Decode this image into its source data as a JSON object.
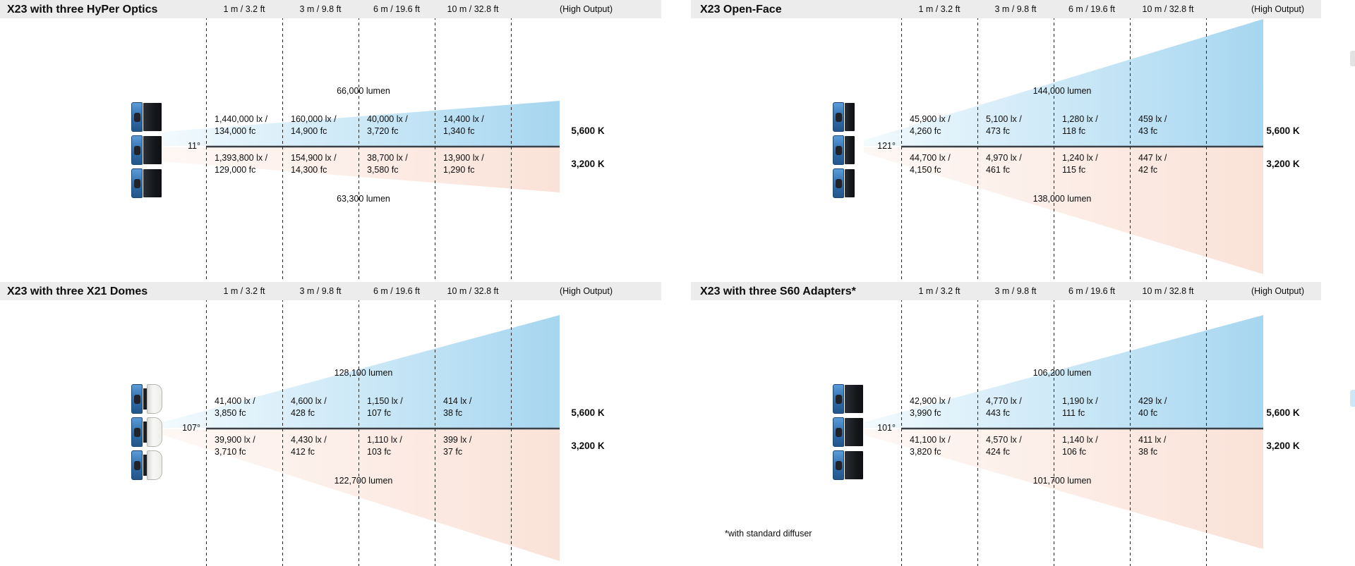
{
  "shared": {
    "columns": [
      "1 m / 3.2 ft",
      "3 m / 9.8 ft",
      "6 m / 19.6 ft",
      "10 m / 32.8 ft",
      "(High Output)"
    ],
    "cct_top_label": "5,600 K",
    "cct_bottom_label": "3,200 K",
    "colors": {
      "header_band": "#ececec",
      "beam_blue_end": "#a6d6f0",
      "beam_pink_end": "#fae2d8",
      "beam_center_line": "#3a4046",
      "fixture_blue": "#2f6cab"
    }
  },
  "quadrants": [
    {
      "title": "X23 with three HyPer Optics",
      "beam_angle": "11°",
      "lumen_high": "66,000 lumen",
      "lumen_low": "63,300 lumen",
      "cells_5600k": [
        {
          "lx": "1,440,000 lx /",
          "fc": "134,000 fc"
        },
        {
          "lx": "160,000 lx /",
          "fc": "14,900 fc"
        },
        {
          "lx": "40,000 lx /",
          "fc": "3,720 fc"
        },
        {
          "lx": "14,400 lx /",
          "fc": "1,340 fc"
        }
      ],
      "cells_3200k": [
        {
          "lx": "1,393,800 lx /",
          "fc": "129,000 fc"
        },
        {
          "lx": "154,900 lx /",
          "fc": "14,300 fc"
        },
        {
          "lx": "38,700 lx /",
          "fc": "3,580 fc"
        },
        {
          "lx": "13,900 lx /",
          "fc": "1,290 fc"
        }
      ]
    },
    {
      "title": "X23 Open-Face",
      "beam_angle": "121°",
      "lumen_high": "144,000 lumen",
      "lumen_low": "138,000 lumen",
      "cells_5600k": [
        {
          "lx": "45,900 lx /",
          "fc": "4,260 fc"
        },
        {
          "lx": "5,100 lx /",
          "fc": "473 fc"
        },
        {
          "lx": "1,280 lx /",
          "fc": "118 fc"
        },
        {
          "lx": "459 lx /",
          "fc": "43 fc"
        }
      ],
      "cells_3200k": [
        {
          "lx": "44,700 lx /",
          "fc": "4,150 fc"
        },
        {
          "lx": "4,970 lx /",
          "fc": "461 fc"
        },
        {
          "lx": "1,240 lx /",
          "fc": "115 fc"
        },
        {
          "lx": "447 lx /",
          "fc": "42 fc"
        }
      ]
    },
    {
      "title": "X23 with three X21 Domes",
      "beam_angle": "107°",
      "lumen_high": "128,100 lumen",
      "lumen_low": "122,700 lumen",
      "cells_5600k": [
        {
          "lx": "41,400 lx /",
          "fc": "3,850 fc"
        },
        {
          "lx": "4,600 lx /",
          "fc": "428 fc"
        },
        {
          "lx": "1,150 lx /",
          "fc": "107 fc"
        },
        {
          "lx": "414 lx /",
          "fc": "38 fc"
        }
      ],
      "cells_3200k": [
        {
          "lx": "39,900 lx /",
          "fc": "3,710 fc"
        },
        {
          "lx": "4,430 lx /",
          "fc": "412 fc"
        },
        {
          "lx": "1,110 lx /",
          "fc": "103 fc"
        },
        {
          "lx": "399 lx /",
          "fc": "37 fc"
        }
      ]
    },
    {
      "title": "X23 with three S60 Adapters*",
      "beam_angle": "101°",
      "lumen_high": "106,200 lumen",
      "lumen_low": "101,700 lumen",
      "footnote": "*with standard diffuser",
      "cells_5600k": [
        {
          "lx": "42,900 lx /",
          "fc": "3,990 fc"
        },
        {
          "lx": "4,770 lx /",
          "fc": "443 fc"
        },
        {
          "lx": "1,190 lx /",
          "fc": "111 fc"
        },
        {
          "lx": "429 lx /",
          "fc": "40 fc"
        }
      ],
      "cells_3200k": [
        {
          "lx": "41,100 lx /",
          "fc": "3,820 fc"
        },
        {
          "lx": "4,570 lx /",
          "fc": "424 fc"
        },
        {
          "lx": "1,140 lx /",
          "fc": "106 fc"
        },
        {
          "lx": "411 lx /",
          "fc": "38 fc"
        }
      ]
    }
  ]
}
